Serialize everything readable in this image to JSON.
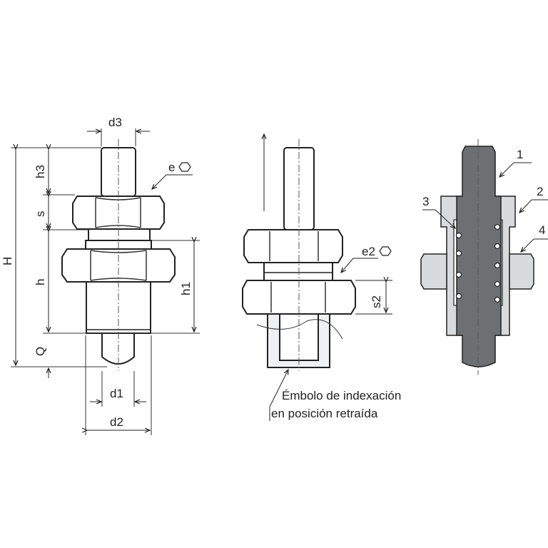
{
  "left_view": {
    "labels": {
      "d3": "d3",
      "e": "e",
      "h3": "h3",
      "s": "s",
      "H": "H",
      "h": "h",
      "h1": "h1",
      "Q": "Q",
      "d1": "d1",
      "d2": "d2"
    }
  },
  "middle_view": {
    "labels": {
      "e2": "e2",
      "s2": "s2"
    },
    "caption_line1": "Émbolo de indexación",
    "caption_line2": "en posición retraída"
  },
  "section_view": {
    "labels": {
      "p1": "1",
      "p2": "2",
      "p3": "3",
      "p4": "4"
    },
    "colors": {
      "plunger": "#6d7073",
      "body": "#d8dbdd"
    }
  }
}
